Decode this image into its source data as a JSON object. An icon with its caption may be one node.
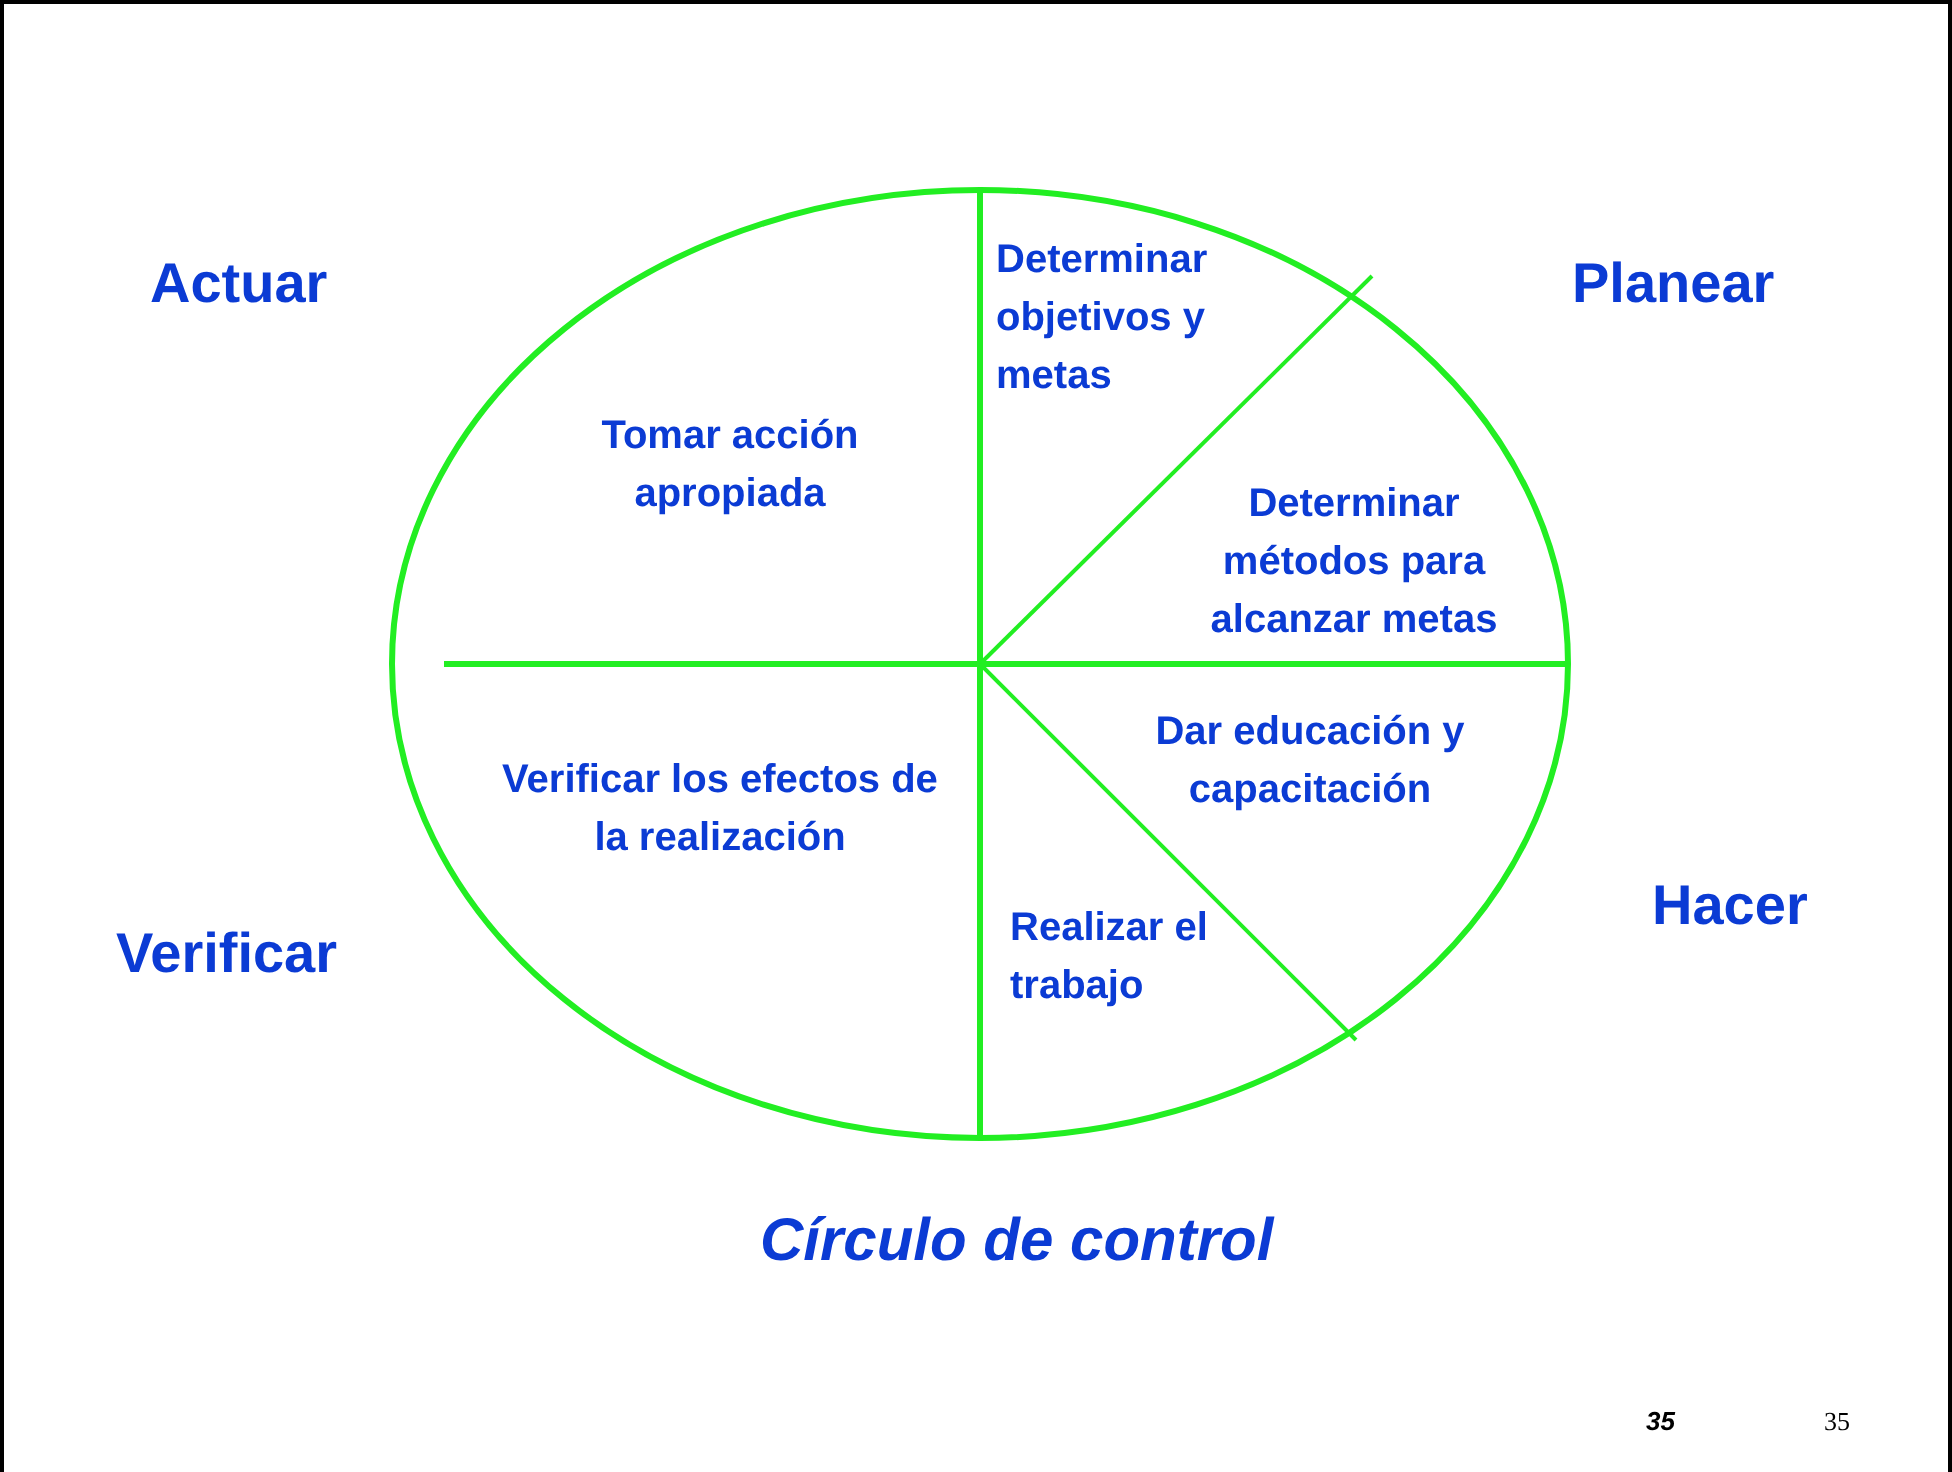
{
  "diagram": {
    "caption": "Círculo de control",
    "nodes": [
      {
        "text": [
          "Determinar objetivos y metas"
        ]
      },
      {
        "text": [
          "Determinar métodos para alcanzar metas"
        ]
      },
      {
        "text": [
          "Dar educación y capacitación"
        ]
      },
      {
        "text": [
          "Realizar el trabajo"
        ]
      },
      {
        "text": [
          "Verificar los efectos de la realización"
        ]
      },
      {
        "text": [
          "Tomar acción apropiada"
        ]
      }
    ],
    "edges": [],
    "labels": [
      "Actuar",
      "Planear",
      "Hacer",
      "Verificar",
      "35",
      "35"
    ]
  }
}
